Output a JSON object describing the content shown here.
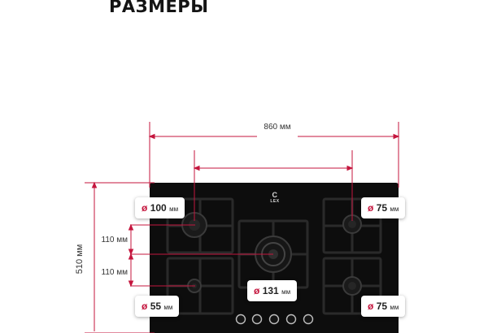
{
  "header": {
    "title": "РАЗМЕРЫ"
  },
  "dimensions": {
    "width": "860 мм",
    "height": "510 мм",
    "spacing_top": "110 мм",
    "spacing_bottom": "110 мм"
  },
  "burners": [
    {
      "id": "top-left",
      "diameter_symbol": "ø",
      "diameter": "100",
      "unit": "мм"
    },
    {
      "id": "top-right",
      "diameter_symbol": "ø",
      "diameter": "75",
      "unit": "мм"
    },
    {
      "id": "center",
      "diameter_symbol": "ø",
      "diameter": "131",
      "unit": "мм"
    },
    {
      "id": "bottom-left",
      "diameter_symbol": "ø",
      "diameter": "55",
      "unit": "мм"
    },
    {
      "id": "bottom-right",
      "diameter_symbol": "ø",
      "diameter": "75",
      "unit": "мм"
    }
  ],
  "brand": {
    "logo": "C",
    "name": "LEX"
  },
  "colors": {
    "dimension_line": "#c4163e",
    "hob": "#0d0d0d",
    "grate": "#2a2a2a",
    "badge_text": "#222222"
  }
}
